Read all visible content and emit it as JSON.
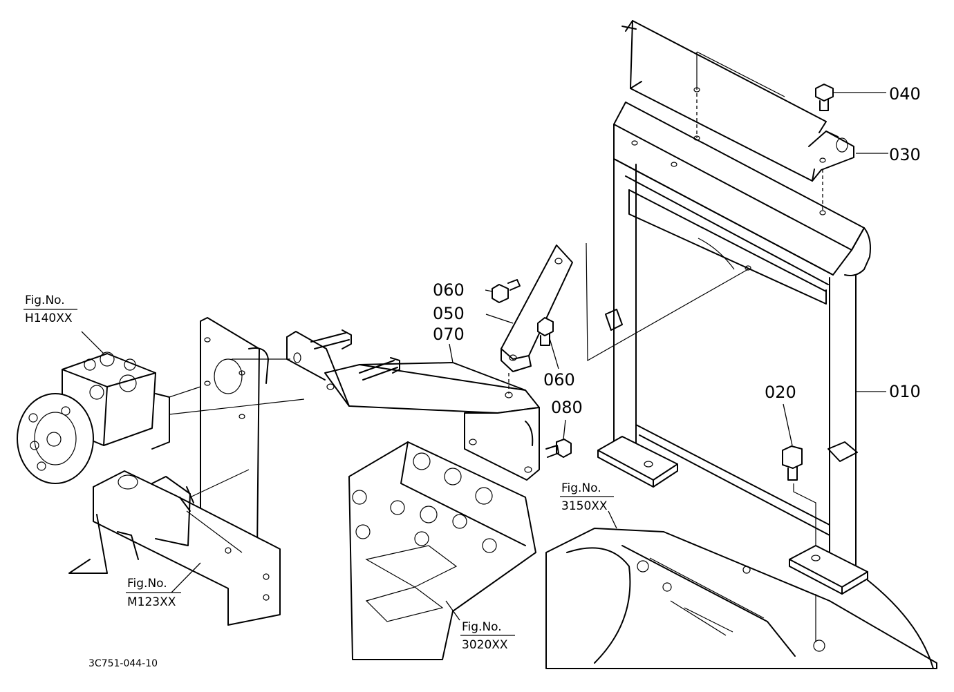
{
  "callouts": {
    "c010": "010",
    "c020": "020",
    "c030": "030",
    "c040": "040",
    "c050": "050",
    "c060a": "060",
    "c060b": "060",
    "c070": "070",
    "c080": "080"
  },
  "figure_refs": {
    "h140": {
      "line1": "Fig.No.",
      "line2": "H140XX"
    },
    "m123": {
      "line1": "Fig.No.",
      "line2": "M123XX"
    },
    "f3020": {
      "line1": "Fig.No.",
      "line2": "3020XX"
    },
    "f3150": {
      "line1": "Fig.No.",
      "line2": "3150XX"
    }
  },
  "drawing_code": "3C751-044-10"
}
